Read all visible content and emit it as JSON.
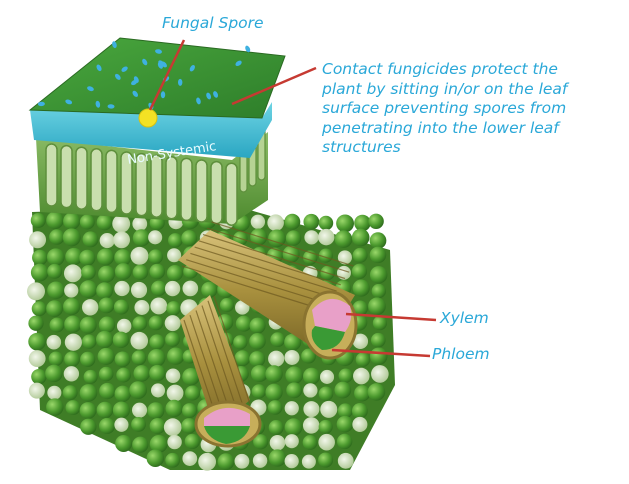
{
  "labels": {
    "fungal_spore": "Fungal Spore",
    "description_lines": [
      "Contact fungicides protect the",
      "plant by sitting in/or on the leaf",
      "surface preventing spores from",
      "penetrating into the lower leaf",
      "structures"
    ],
    "xylem": "Xylem",
    "phloem": "Phloem",
    "layer_text": "Non-Systemic"
  },
  "colors": {
    "label_text": "#2aa8d8",
    "arrow": "#c63a32",
    "leaf_surface": "#3f9a3a",
    "systemic_layer": "#4fc2d6",
    "spore": "#f4e224",
    "xylem": "#e8a0c8",
    "phloem": "#3a9a35",
    "vessel": "#b29a4c"
  }
}
